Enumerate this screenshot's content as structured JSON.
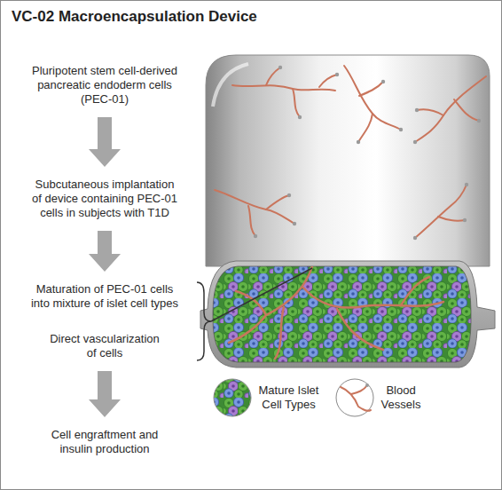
{
  "diagram": {
    "title": "VC-02 Macroencapsulation Device",
    "nodes": [
      {
        "text": [
          "Pluripotent stem cell-derived pancreatic endoderm cells (PEC-01)"
        ]
      },
      {
        "text": [
          "Subcutaneous implantation of device containing PEC-01 cells in subjects with T1D"
        ]
      },
      {
        "text": [
          "Maturation of PEC-01 cells into mixture of islet cell types"
        ]
      },
      {
        "text": [
          "Direct vascularization of cells"
        ]
      },
      {
        "text": [
          "Cell engraftment and insulin production"
        ]
      }
    ],
    "edges": [
      {
        "from": 0,
        "to": 1,
        "arrow": "to"
      },
      {
        "from": 1,
        "to": 2,
        "arrow": "to"
      },
      {
        "from": 3,
        "to": 4,
        "arrow": "to"
      }
    ],
    "legend": [
      {
        "text": "Mature Islet Cell Types"
      },
      {
        "text": "Blood Vessels"
      }
    ]
  }
}
